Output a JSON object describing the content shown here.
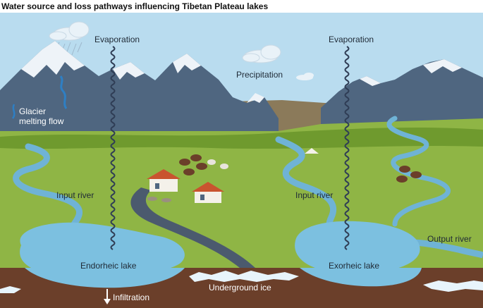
{
  "title": "Water source and loss pathways influencing Tibetan Plateau lakes",
  "labels": {
    "evaporation_left": "Evaporation",
    "evaporation_right": "Evaporation",
    "precipitation": "Precipitation",
    "glacier_line1": "Glacier",
    "glacier_line2": "melting flow",
    "input_river_left": "Input river",
    "input_river_right": "Input river",
    "output_river": "Output river",
    "endorheic_lake": "Endorheic lake",
    "exorheic_lake": "Exorheic lake",
    "underground_ice": "Underground ice",
    "infiltration": "Infiltration"
  },
  "colors": {
    "sky": "#b9dcef",
    "mountain": "#4f6680",
    "snow": "#eef3f8",
    "grass": "#8fb545",
    "grass_dark": "#6f9a2e",
    "water": "#6fb3d6",
    "lake": "#7cc0e0",
    "soil": "#6b3f2a",
    "ice": "#e8f4fb",
    "road": "#4b5a6e",
    "wave": "#2f3d55"
  }
}
